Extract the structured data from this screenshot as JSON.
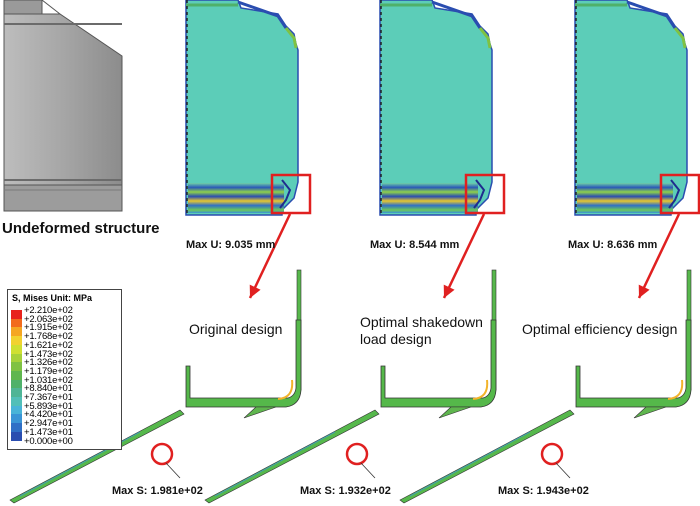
{
  "labels": {
    "undeformed": "Undeformed structure",
    "legend_title": "S, Mises  Unit: MPa"
  },
  "designs": [
    {
      "name": "Original design",
      "max_u": "Max U: 9.035 mm",
      "max_s": "Max S: 1.981e+02"
    },
    {
      "name": "Optimal shakedown load design",
      "max_u": "Max U: 8.544 mm",
      "max_s": "Max S: 1.932e+02"
    },
    {
      "name": "Optimal efficiency design",
      "max_u": "Max U: 8.636 mm",
      "max_s": "Max S: 1.943e+02"
    }
  ],
  "legend": {
    "values": [
      "+2.210e+02",
      "+2.063e+02",
      "+1.915e+02",
      "+1.768e+02",
      "+1.621e+02",
      "+1.473e+02",
      "+1.326e+02",
      "+1.179e+02",
      "+1.031e+02",
      "+8.840e+01",
      "+7.367e+01",
      "+5.893e+01",
      "+4.420e+01",
      "+2.947e+01",
      "+1.473e+01",
      "+0.000e+00"
    ],
    "colors": [
      "#e8231c",
      "#f26b1d",
      "#f5a623",
      "#f2d230",
      "#cfe032",
      "#a7d23a",
      "#7fc243",
      "#5fb64e",
      "#4fb16a",
      "#4fb596",
      "#52bfb8",
      "#49b4d8",
      "#3a95d6",
      "#2f6fc6",
      "#2a4db0",
      "#1f2c8e"
    ]
  },
  "colors": {
    "accent": "#e02020",
    "body": "#5ccdb2",
    "shell": "#55b84a",
    "grey": "#a9a9a9"
  }
}
